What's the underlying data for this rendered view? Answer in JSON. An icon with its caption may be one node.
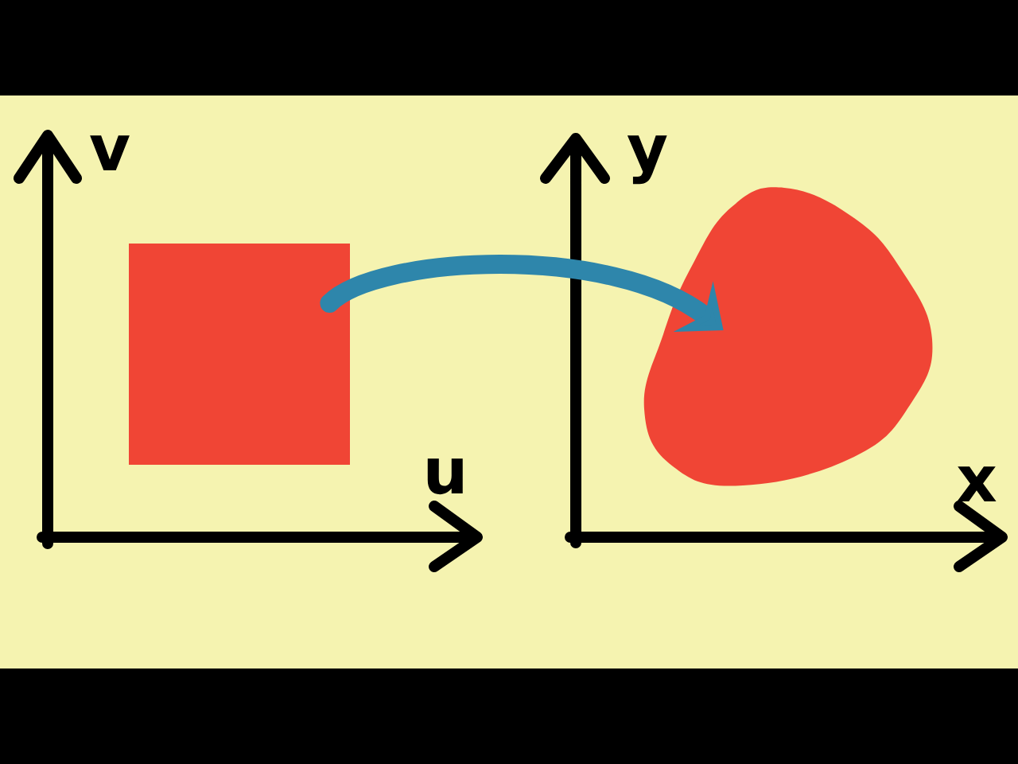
{
  "diagram": {
    "nodes": [
      {
        "text": [],
        "shape": "box"
      },
      {
        "text": [],
        "shape": "blob"
      }
    ],
    "edges": [
      {
        "from": 0,
        "to": 1,
        "arrow": "to"
      }
    ],
    "labels": [
      "v",
      "u",
      "y",
      "x"
    ]
  }
}
